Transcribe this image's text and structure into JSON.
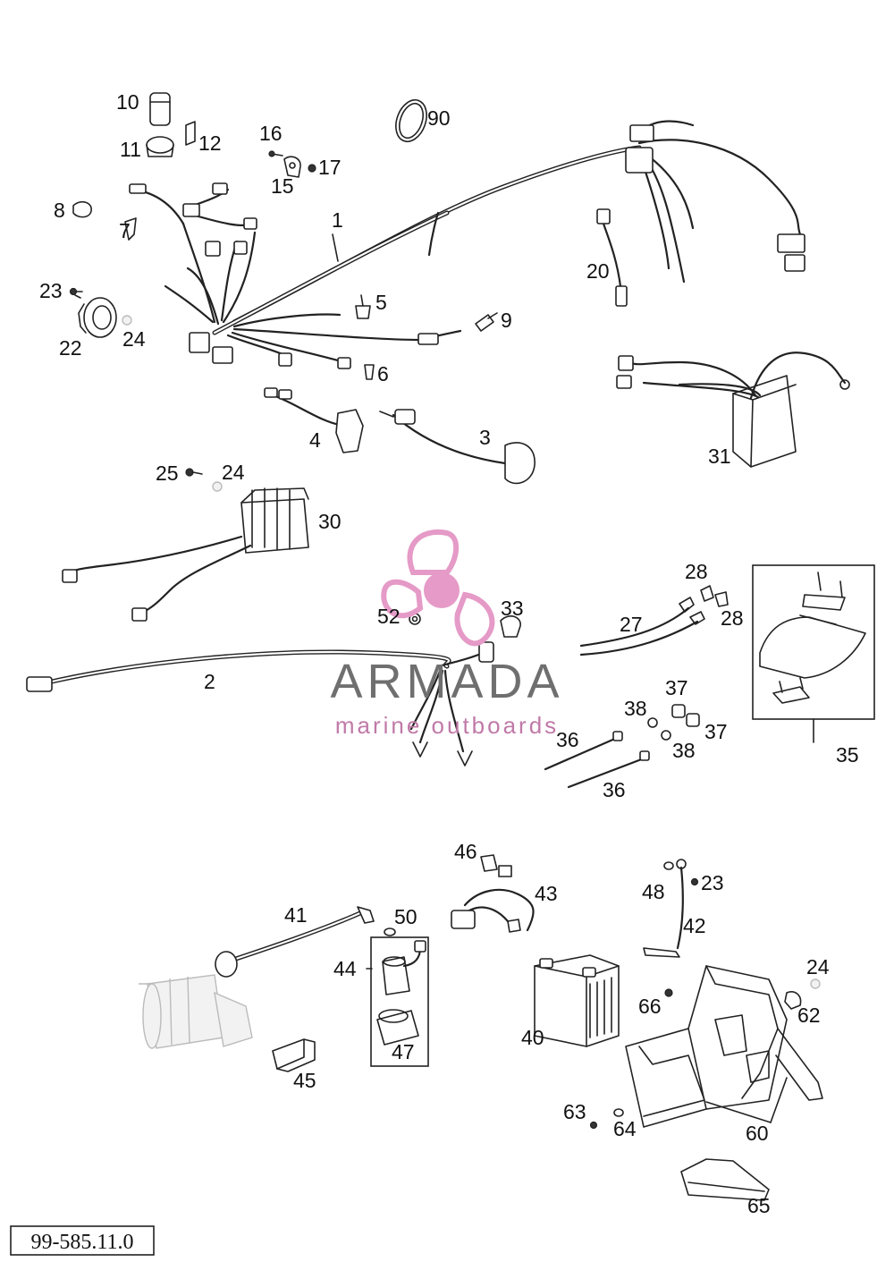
{
  "diagram": {
    "callouts": [
      "1",
      "2",
      "3",
      "4",
      "5",
      "6",
      "7",
      "8",
      "9",
      "10",
      "11",
      "12",
      "15",
      "16",
      "17",
      "20",
      "22",
      "23",
      "24",
      "25",
      "27",
      "28",
      "30",
      "31",
      "33",
      "35",
      "36",
      "37",
      "38",
      "40",
      "41",
      "42",
      "43",
      "44",
      "45",
      "46",
      "47",
      "48",
      "50",
      "52",
      "60",
      "62",
      "63",
      "64",
      "65",
      "66",
      "90"
    ],
    "drawing_number": "99-585.11.0"
  },
  "watermark": {
    "brand": "ARMADA",
    "tagline": "marine outboards",
    "colors": {
      "logo": "#e59ac7",
      "text": "#6f6f6f",
      "tagline": "#c07aa8"
    }
  }
}
